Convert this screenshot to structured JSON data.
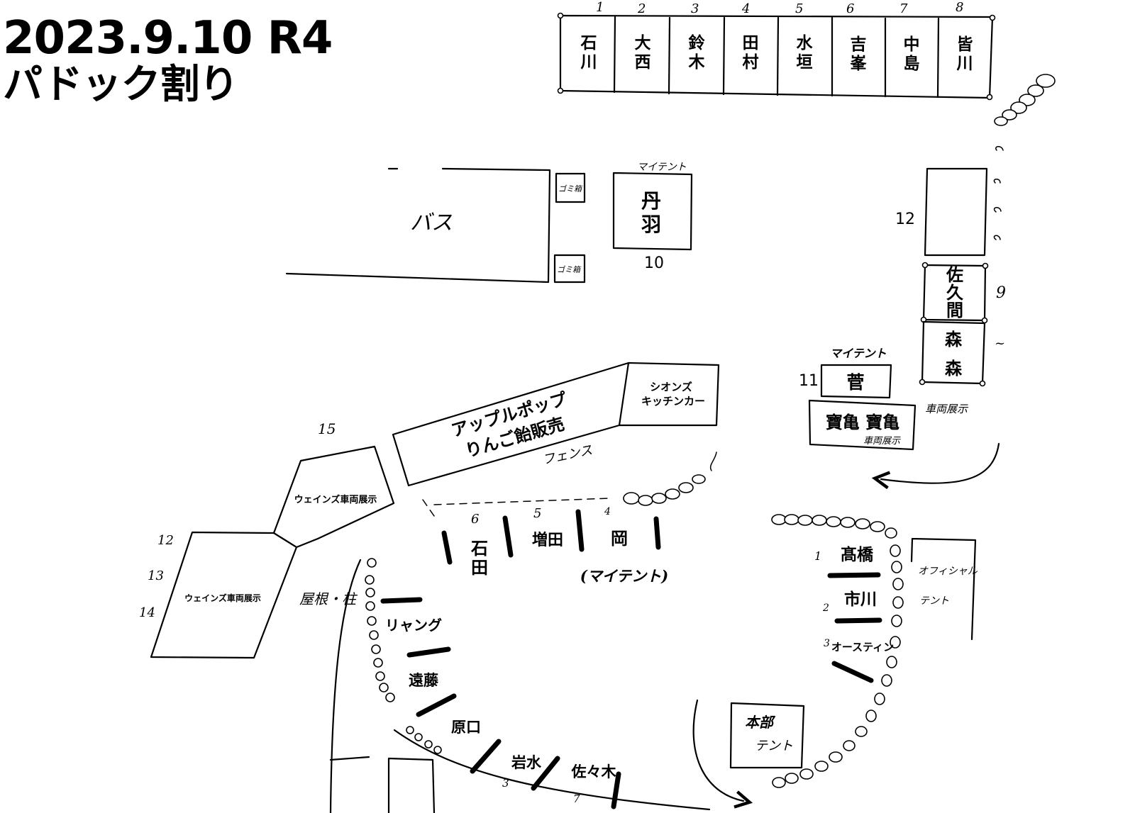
{
  "title": {
    "line1": "2023.9.10 R4",
    "line2": "パドック割り"
  },
  "top_row": {
    "numbers": [
      "1",
      "2",
      "3",
      "4",
      "5",
      "6",
      "7",
      "8"
    ],
    "names": [
      [
        "石",
        "川"
      ],
      [
        "大",
        "西"
      ],
      [
        "鈴",
        "木"
      ],
      [
        "田",
        "村"
      ],
      [
        "水",
        "垣"
      ],
      [
        "吉",
        "峯"
      ],
      [
        "中",
        "島"
      ],
      [
        "皆",
        "川"
      ]
    ]
  },
  "bus": {
    "label": "バス"
  },
  "trash": {
    "top": "ゴミ箱",
    "bottom": "ゴミ箱"
  },
  "tanba": {
    "tent_note": "マイテント",
    "name": [
      "丹",
      "羽"
    ],
    "number": "10"
  },
  "right_column": {
    "box12_number": "12",
    "sakuma": {
      "name": [
        "佐",
        "久",
        "間"
      ],
      "number": "9"
    },
    "mori": {
      "name": [
        "森",
        "森"
      ],
      "number": "~"
    }
  },
  "suga": {
    "tent_note": "マイテント",
    "number": "11",
    "name": "菅"
  },
  "houki": {
    "name": "寶亀 寶亀",
    "note": "車両展示",
    "side_note": "車両展示"
  },
  "apple": {
    "line1": "アップルポップ",
    "line2": "りんご飴販売"
  },
  "kitchen": {
    "line1": "シオンズ",
    "line2": "キッチンカー"
  },
  "fence": {
    "label": "フェンス"
  },
  "waynes_upper": {
    "number": "15",
    "label": "ウェインズ車両展示"
  },
  "waynes_lower": {
    "numbers": [
      "12",
      "13",
      "14"
    ],
    "label": "ウェインズ車両展示"
  },
  "roof_note": "屋根・柱",
  "center_row": {
    "numbers": [
      "6",
      "5",
      "4"
    ],
    "ishida": [
      "石",
      "田"
    ],
    "masuda": "増田",
    "oka": "岡",
    "oka_note": "(マイテント)"
  },
  "left_arc": [
    "リャング",
    "遠藤",
    "原口",
    "岩水",
    "佐々木"
  ],
  "left_arc_numbers": [
    "3",
    "7"
  ],
  "right_arc": {
    "numbers": [
      "1",
      "2",
      "3"
    ],
    "takahashi": "髙橋",
    "ichikawa": "市川",
    "austin": "オースティン"
  },
  "official_tent": {
    "line1": "オフィシャル",
    "line2": "テント"
  },
  "center_tent": {
    "line1": "本部",
    "line2": "テント"
  }
}
